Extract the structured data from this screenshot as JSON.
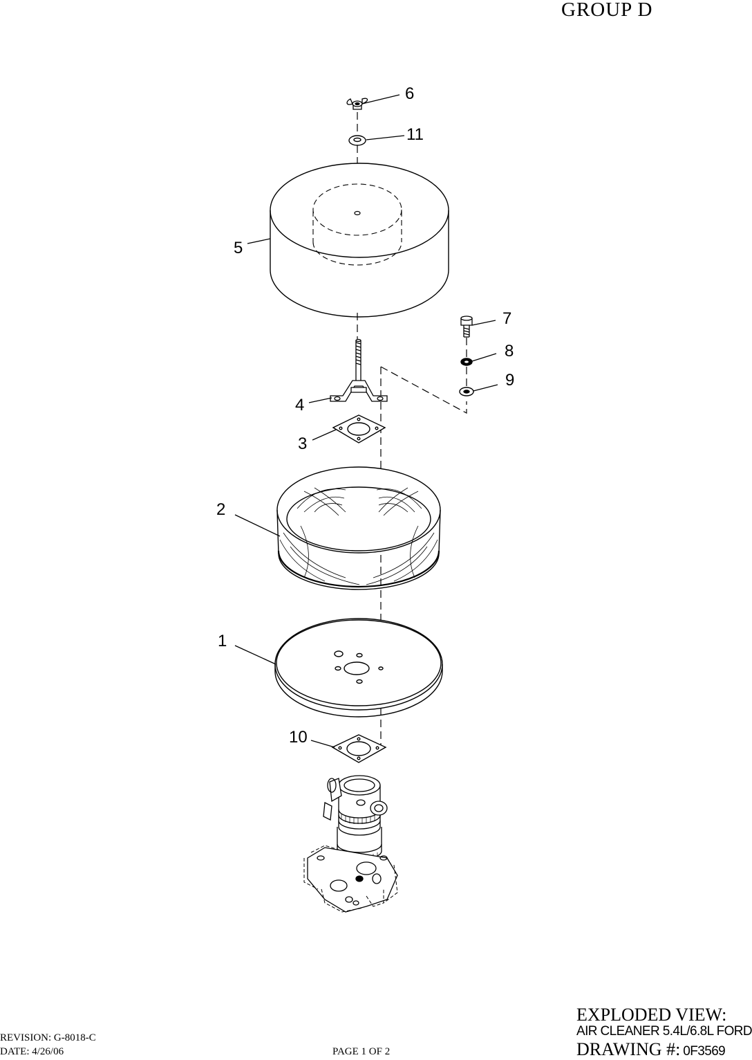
{
  "header": {
    "group": "GROUP D"
  },
  "callouts": [
    "1",
    "2",
    "3",
    "4",
    "5",
    "6",
    "7",
    "8",
    "9",
    "10",
    "11"
  ],
  "footer": {
    "revision": "REVISION: G-8018-C",
    "date": "DATE: 4/26/06",
    "page": "PAGE 1 OF 2",
    "view_label": "EXPLODED VIEW:",
    "view_subtitle": "AIR CLEANER 5.4L/6.8L FORD",
    "drawing_label": "DRAWING #:",
    "drawing_number": "0F3569"
  }
}
